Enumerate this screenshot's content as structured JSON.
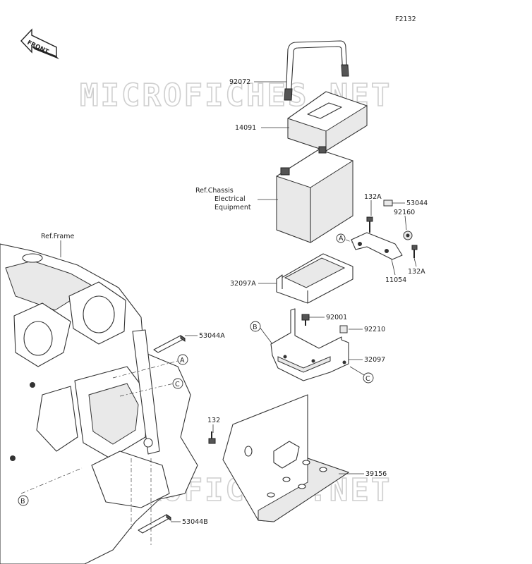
{
  "diagram_code": "F2132",
  "front_indicator": "FRONT",
  "watermark": "MICROFICHES.NET",
  "ref_frame": "Ref.Frame",
  "ref_chassis": [
    "Ref.Chassis",
    "Electrical",
    "Equipment"
  ],
  "parts": {
    "p92072": "92072",
    "p14091": "14091",
    "p132A_top": "132A",
    "p53044": "53044",
    "p92160": "92160",
    "p132A_bottom": "132A",
    "p11054": "11054",
    "p32097A": "32097A",
    "p92001": "92001",
    "p92210": "92210",
    "p32097": "32097",
    "p53044A": "53044A",
    "p132": "132",
    "p39156": "39156",
    "p53044B": "53044B"
  },
  "callouts": {
    "A_bracket": "A",
    "B_tray": "B",
    "C_tray": "C",
    "A_frame": "A",
    "C_frame": "C",
    "B_frame": "B"
  },
  "icons": [
    "front-arrow-icon"
  ]
}
